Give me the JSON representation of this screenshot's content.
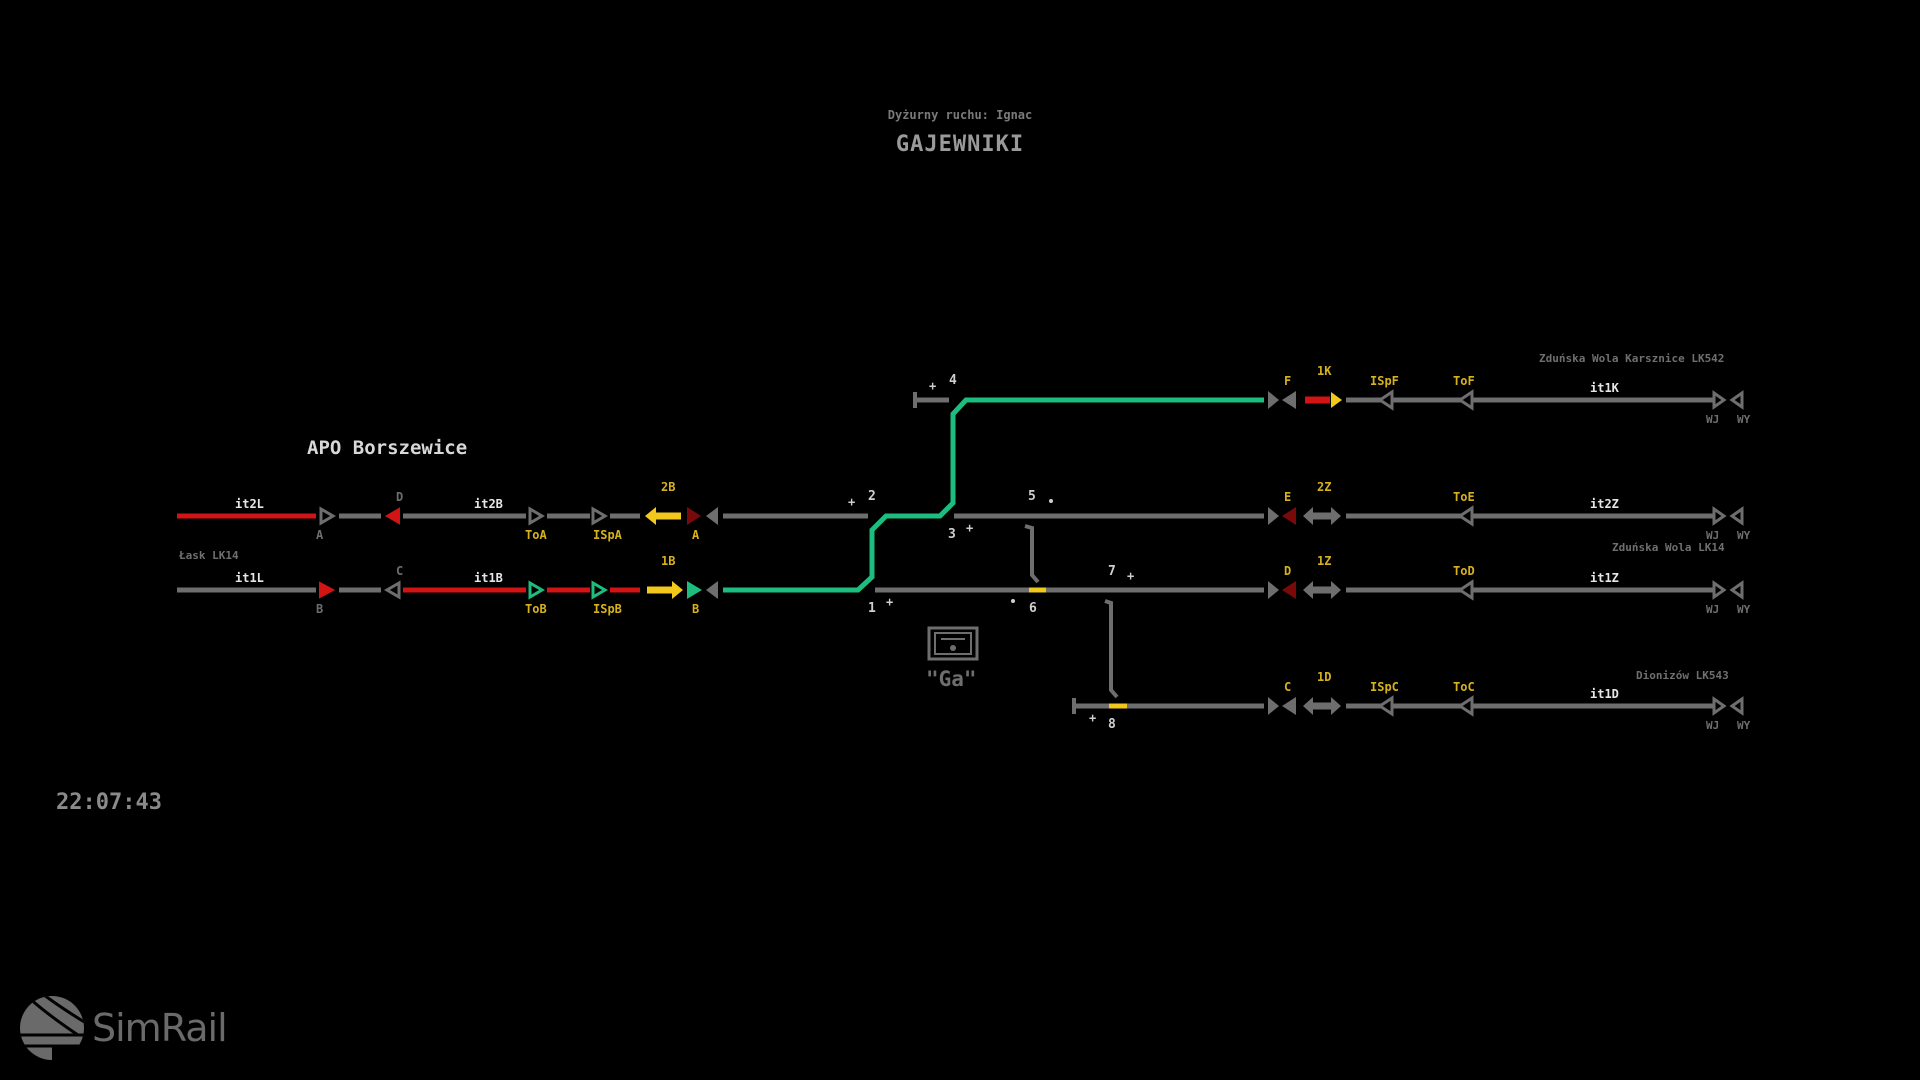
{
  "header": {
    "dispatcher": "Dyżurny ruchu: Ignac",
    "station": "GAJEWNIKI"
  },
  "left_station": "APO Borszewice",
  "clock": "22:07:43",
  "brand": "SimRail",
  "colors": {
    "track": "#6e6e6e",
    "occupied": "#d21414",
    "route": "#1dbd7f",
    "signal_label": "#d6b21e",
    "yellow": "#f2c81d",
    "dark_red": "#7a0a0a"
  },
  "directions": {
    "lask": "Łask LK14",
    "zdunska_karsznice": "Zduńska Wola Karsznice LK542",
    "zdunska_lk14": "Zduńska Wola LK14",
    "dionizow": "Dionizów LK543"
  },
  "left_tracks": {
    "it2L": "it2L",
    "it2B": "it2B",
    "it1L": "it1L",
    "it1B": "it1B",
    "sigA": "A",
    "sigB": "B",
    "sigC": "C",
    "sigD": "D",
    "ToA": "ToA",
    "ISpA": "ISpA",
    "ToB": "ToB",
    "ISpB": "ISpB",
    "sig2B": "2B",
    "sig1B": "1B",
    "entryA": "A",
    "entryB": "B"
  },
  "switches": [
    "1",
    "2",
    "3",
    "4",
    "5",
    "6",
    "7",
    "8"
  ],
  "building_label": "\"Ga\"",
  "right_tracks": {
    "F": "F",
    "E": "E",
    "D": "D",
    "C": "C",
    "s1K": "1K",
    "s2Z": "2Z",
    "s1Z": "1Z",
    "s1D": "1D",
    "ISpF": "ISpF",
    "ToF": "ToF",
    "ToE": "ToE",
    "ToD": "ToD",
    "ISpC": "ISpC",
    "ToC": "ToC",
    "it1K": "it1K",
    "it2Z": "it2Z",
    "it1Z": "it1Z",
    "it1D": "it1D",
    "WJ": "WJ",
    "WY": "WY"
  }
}
